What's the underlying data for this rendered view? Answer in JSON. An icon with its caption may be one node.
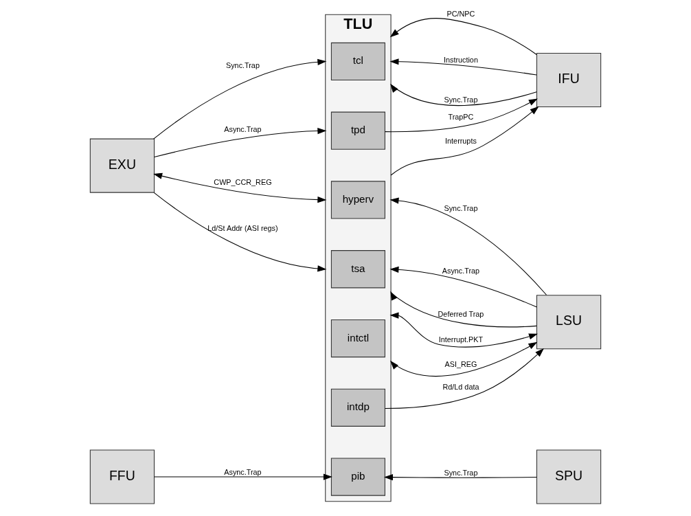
{
  "diagram": {
    "nodes": [
      {
        "text": [
          "IFU"
        ]
      },
      {
        "text": [
          "EXU"
        ]
      },
      {
        "text": [
          "TLU"
        ]
      },
      {
        "text": [
          "tcl"
        ],
        "in": 2
      },
      {
        "text": [
          "tpd"
        ],
        "in": 2
      },
      {
        "text": [
          "hyperv"
        ],
        "in": 2
      },
      {
        "text": [
          "tsa"
        ],
        "in": 2
      },
      {
        "text": [
          "intctl"
        ],
        "in": 2
      },
      {
        "text": [
          "intdp"
        ],
        "in": 2
      },
      {
        "text": [
          "pib"
        ],
        "in": 2
      },
      {
        "text": [
          "LSU"
        ]
      },
      {
        "text": [
          "FFU"
        ]
      },
      {
        "text": [
          "SPU"
        ]
      }
    ],
    "edges": [
      {
        "from": 0,
        "to": 2,
        "label": "PC/NPC",
        "arrow": "to"
      },
      {
        "from": 0,
        "to": 2,
        "label": "Instruction",
        "arrow": "to"
      },
      {
        "from": 0,
        "to": 2,
        "label": "Sync.Trap",
        "arrow": "to"
      },
      {
        "from": 4,
        "to": 0,
        "label": "TrapPC",
        "arrow": "to"
      },
      {
        "from": 2,
        "to": 0,
        "label": "Interrupts",
        "arrow": "to"
      },
      {
        "from": 1,
        "to": 2,
        "label": "Sync.Trap",
        "arrow": "to"
      },
      {
        "from": 1,
        "to": 2,
        "label": "Async.Trap",
        "arrow": "to"
      },
      {
        "from": 1,
        "to": 2,
        "label": "CWP_CCR_REG",
        "arrow": "both"
      },
      {
        "from": 1,
        "to": 2,
        "label": "Ld/St Addr (ASI regs)",
        "arrow": "to"
      },
      {
        "from": 11,
        "to": 9,
        "label": "Async.Trap",
        "arrow": "to"
      },
      {
        "from": 10,
        "to": 2,
        "label": "Sync.Trap",
        "arrow": "to"
      },
      {
        "from": 10,
        "to": 2,
        "label": "Async.Trap",
        "arrow": "to"
      },
      {
        "from": 10,
        "to": 2,
        "label": "Deferred Trap",
        "arrow": "to"
      },
      {
        "from": 10,
        "to": 2,
        "label": "Interrupt.PKT",
        "arrow": "both"
      },
      {
        "from": 10,
        "to": 2,
        "label": "ASI_REG",
        "arrow": "both"
      },
      {
        "from": 8,
        "to": 10,
        "label": "Rd/Ld data",
        "arrow": "to"
      },
      {
        "from": 12,
        "to": 9,
        "label": "Sync.Trap",
        "arrow": "to"
      }
    ]
  }
}
